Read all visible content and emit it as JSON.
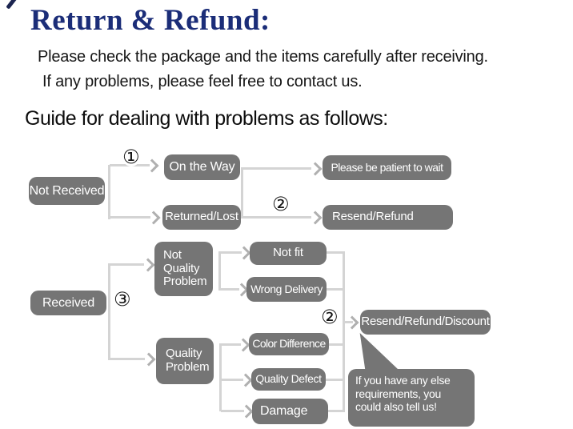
{
  "header": {
    "title": "Return & Refund:",
    "line1": "Please check the package and the items carefully after receiving.",
    "line2": "If any problems, please feel free to contact us.",
    "guide": "Guide for dealing with problems as follows:"
  },
  "colors": {
    "title": "#1b2d78",
    "node_bg": "#757575",
    "line": "#d4d4d4",
    "arrow": "#b0b0b0"
  },
  "markers": {
    "step1": "①",
    "step2_top": "②",
    "step3": "③",
    "step2_bottom": "②"
  },
  "nodes": {
    "not_received": "Not Received",
    "on_the_way": "On the Way",
    "returned_lost": "Returned/Lost",
    "patient_wait": "Please be patient to wait",
    "resend_refund": "Resend/Refund",
    "received": "Received",
    "not_quality_problem": "Not Quality Problem",
    "not_fit": "Not fit",
    "wrong_delivery": "Wrong Delivery",
    "quality_problem": "Quality Problem",
    "color_difference": "Color Difference",
    "quality_defect": "Quality Defect",
    "damage": "Damage",
    "resend_refund_discount": "Resend/Refund/Discount"
  },
  "bubble": {
    "text": "If you have any else requirements, you could also tell us!"
  }
}
